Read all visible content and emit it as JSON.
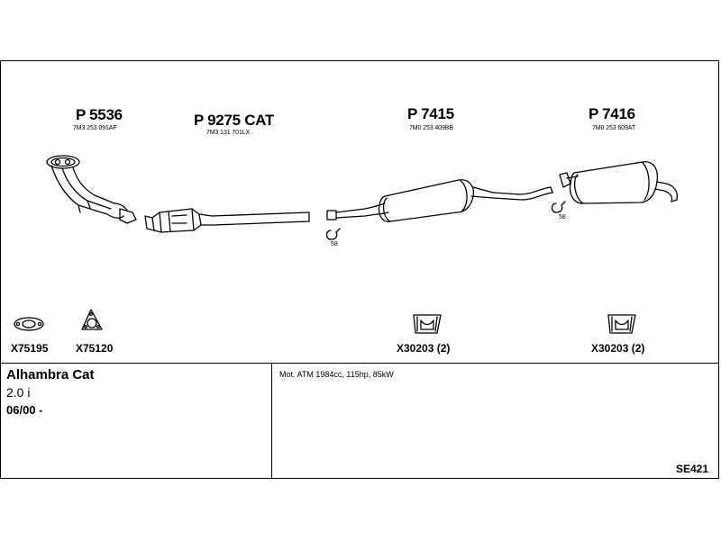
{
  "parts": [
    {
      "id": "p5536",
      "number": "P 5536",
      "oem": "7M3 253 091AF"
    },
    {
      "id": "p9275",
      "number": "P 9275 CAT",
      "oem": "7M3 131 701LX"
    },
    {
      "id": "p7415",
      "number": "P 7415",
      "oem": "7M0 253 409BB"
    },
    {
      "id": "p7416",
      "number": "P 7416",
      "oem": "7M0 253 609AT"
    }
  ],
  "clamps": [
    {
      "id": "clamp-1",
      "label": "58"
    },
    {
      "id": "clamp-2",
      "label": "58"
    }
  ],
  "accessories": [
    {
      "id": "x75195",
      "label": "X75195"
    },
    {
      "id": "x75120",
      "label": "X75120"
    },
    {
      "id": "x30203a",
      "label": "X30203 (2)"
    },
    {
      "id": "x30203b",
      "label": "X30203 (2)"
    }
  ],
  "vehicle": {
    "model": "Alhambra Cat",
    "engine": "2.0 i",
    "date": "06/00 -",
    "description": "Mot. ATM 1984cc, 115hp, 85kW",
    "code": "SE421"
  }
}
